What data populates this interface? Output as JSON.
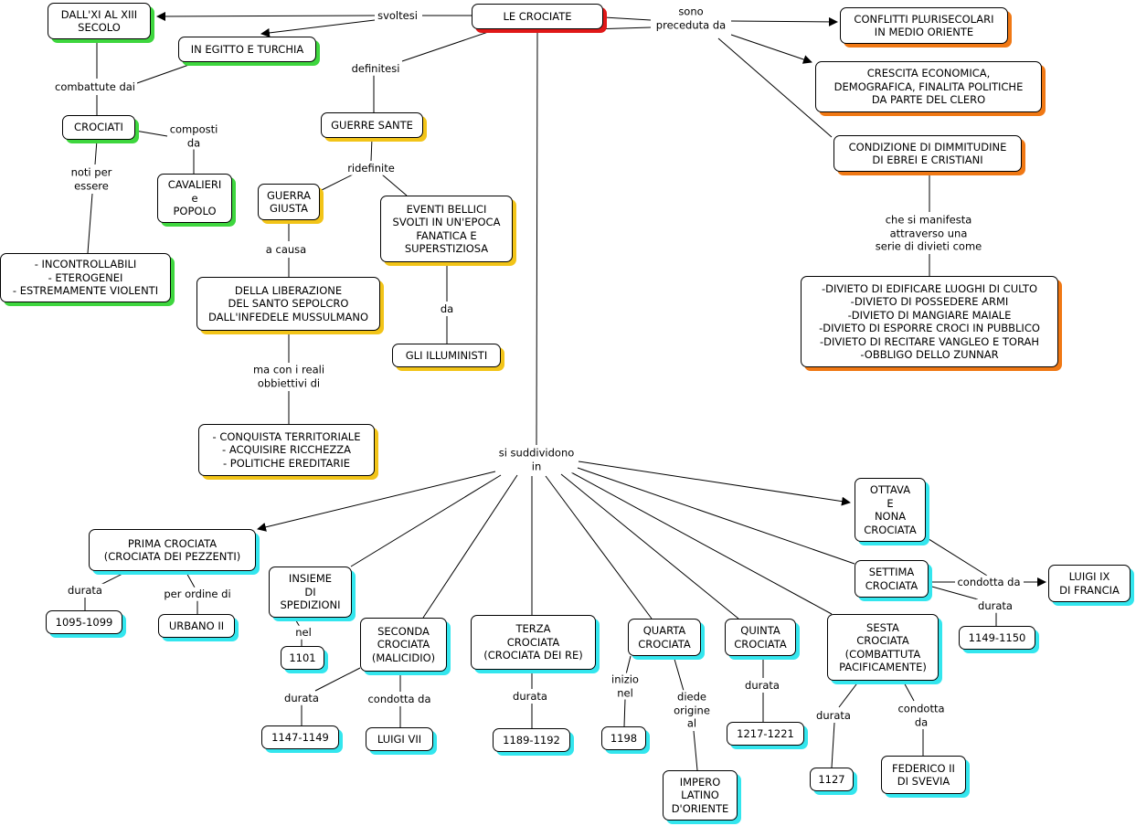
{
  "colors": {
    "green": "#3ed63e",
    "red": "#e01818",
    "yellow": "#f2c418",
    "orange": "#f07814",
    "cyan": "#33e6ee"
  },
  "nodes": {
    "le_crociate": "LE CROCIATE",
    "dall_xi": "DALL'XI AL XIII\nSECOLO",
    "egitto": "IN EGITTO E TURCHIA",
    "crociati": "CROCIATI",
    "cavalieri": "CAVALIERI\ne\nPOPOLO",
    "incontrollabili": "- INCONTROLLABILI\n- ETEROGENEI\n- ESTREMAMENTE VIOLENTI",
    "guerre_sante": "GUERRE SANTE",
    "guerra_giusta": "GUERRA\nGIUSTA",
    "eventi_bellici": "EVENTI BELLICI\nSVOLTI IN UN'EPOCA\nFANATICA E\nSUPERSTIZIOSA",
    "liberazione": "DELLA LIBERAZIONE\nDEL SANTO SEPOLCRO\nDALL'INFEDELE MUSSULMANO",
    "illuministi": "GLI ILLUMINISTI",
    "conquista": "- CONQUISTA TERRITORIALE\n- ACQUISIRE RICCHEZZA\n- POLITICHE EREDITARIE",
    "conflitti": "CONFLITTI PLURISECOLARI\nIN MEDIO ORIENTE",
    "crescita": "CRESCITA ECONOMICA,\nDEMOGRAFICA, FINALITA POLITICHE\nDA PARTE DEL CLERO",
    "condizione": "CONDIZIONE DI DIMMITUDINE\nDI EBREI E CRISTIANI",
    "divieti": "-DIVIETO DI EDIFICARE LUOGHI DI CULTO\n-DIVIETO DI POSSEDERE ARMI\n-DIVIETO DI MANGIARE MAIALE\n-DIVIETO DI ESPORRE CROCI IN PUBBLICO\n-DIVIETO DI RECITARE VANGLEO E TORAH\n-OBBLIGO DELLO ZUNNAR",
    "prima": "PRIMA CROCIATA\n(CROCIATA DEI PEZZENTI)",
    "y1095": "1095-1099",
    "urbano": "URBANO II",
    "insieme": "INSIEME\nDI\nSPEDIZIONI",
    "y1101": "1101",
    "seconda": "SECONDA\nCROCIATA\n(MALICIDIO)",
    "y1147": "1147-1149",
    "luigi_vii": "LUIGI VII",
    "terza": "TERZA\nCROCIATA\n(CROCIATA DEI RE)",
    "y1189": "1189-1192",
    "quarta": "QUARTA\nCROCIATA",
    "y1198": "1198",
    "impero": "IMPERO\nLATINO\nD'ORIENTE",
    "quinta": "QUINTA\nCROCIATA",
    "y1217": "1217-1221",
    "sesta": "SESTA\nCROCIATA\n(COMBATTUTA\nPACIFICAMENTE)",
    "y1127": "1127",
    "federico": "FEDERICO II\nDI SVEVIA",
    "settima": "SETTIMA\nCROCIATA",
    "ottava": "OTTAVA\nE\nNONA\nCROCIATA",
    "luigi_ix": "LUIGI IX\nDI FRANCIA",
    "y1149": "1149-1150"
  },
  "labels": {
    "svoltesi": "svoltesi",
    "sono_preceduta": "sono\npreceduta da",
    "definitesi": "definitesi",
    "combattute": "combattute dai",
    "composti": "composti\nda",
    "noti": "noti per\nessere",
    "ridefinite": "ridefinite",
    "a_causa": "a causa",
    "da_illum": "da",
    "ma_con": "ma con i reali\nobbiettivi di",
    "manifesta": "che si manifesta\nattraverso una\nserie di divieti come",
    "suddividono": "si suddividono\nin",
    "durata_prima": "durata",
    "per_ordine": "per ordine di",
    "nel": "nel",
    "durata_seconda": "durata",
    "condotta_seconda": "condotta da",
    "durata_terza": "durata",
    "inizio": "inizio\nnel",
    "diede": "diede\norigine\nal",
    "durata_quinta": "durata",
    "durata_sesta": "durata",
    "condotta_sesta": "condotta\nda",
    "condotta_settima": "condotta da",
    "durata_settima": "durata"
  }
}
